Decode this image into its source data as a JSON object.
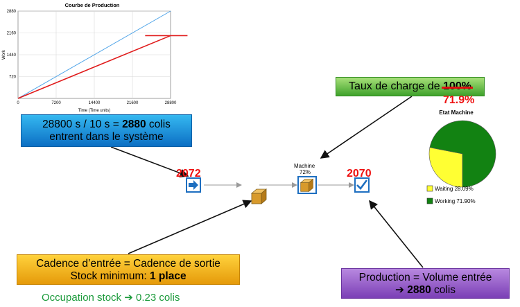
{
  "chart_data": [
    {
      "type": "line",
      "title": "Courbe de Production",
      "xlabel": "Time (Time units)",
      "ylabel": "Work",
      "xlim": [
        0,
        28800
      ],
      "ylim": [
        0,
        2880
      ],
      "x_ticks": [
        "0",
        "7200",
        "14400",
        "21600",
        "28800"
      ],
      "y_ticks": [
        "720",
        "1440",
        "2160",
        "2880"
      ],
      "grid": true,
      "series": [
        {
          "color": "#4da3e8",
          "points": [
            [
              0,
              0
            ],
            [
              28800,
              2880
            ]
          ]
        },
        {
          "color": "#e01b1b",
          "points": [
            [
              0,
              0
            ],
            [
              28800,
              2070
            ]
          ]
        },
        {
          "color": "#e01b1b",
          "points": [
            [
              24000,
              2070
            ],
            [
              32000,
              2070
            ]
          ]
        }
      ]
    },
    {
      "type": "pie",
      "title": "Etat Machine",
      "legend_position": "bottom",
      "slices": [
        {
          "label": "Waiting 28.09%",
          "value": 28.09,
          "color": "#ffff33"
        },
        {
          "label": "Working 71.90%",
          "value": 71.9,
          "color": "#128212"
        }
      ]
    }
  ],
  "callouts": {
    "arrivals": {
      "part1": "28800 s  / 10 s = ",
      "bold": "2880",
      "part2": " colis",
      "line2": "entrent dans le système"
    },
    "load": {
      "text": "Taux de charge de ",
      "struck": "100%",
      "value": "71.9%"
    },
    "cadence": {
      "line1": "Cadence d’entrée = Cadence de sortie",
      "line2_text": "Stock minimum: ",
      "line2_bold": "1 place"
    },
    "production": {
      "line1": "Production = Volume entrée",
      "arrow": "➔ ",
      "bold": "2880",
      "rest": " colis"
    }
  },
  "occupation": {
    "text": "Occupation stock ",
    "arrow": "➔",
    "value": " 0.23 colis"
  },
  "model": {
    "source_count": "2072",
    "sink_count": "2070",
    "machine_label": "Machine",
    "machine_pct": "72%"
  },
  "colors": {
    "arrow_black": "#111111",
    "flow_grey": "#9a9a9a",
    "count_red": "#ee1111",
    "occupation_green": "#1a9a3a"
  }
}
